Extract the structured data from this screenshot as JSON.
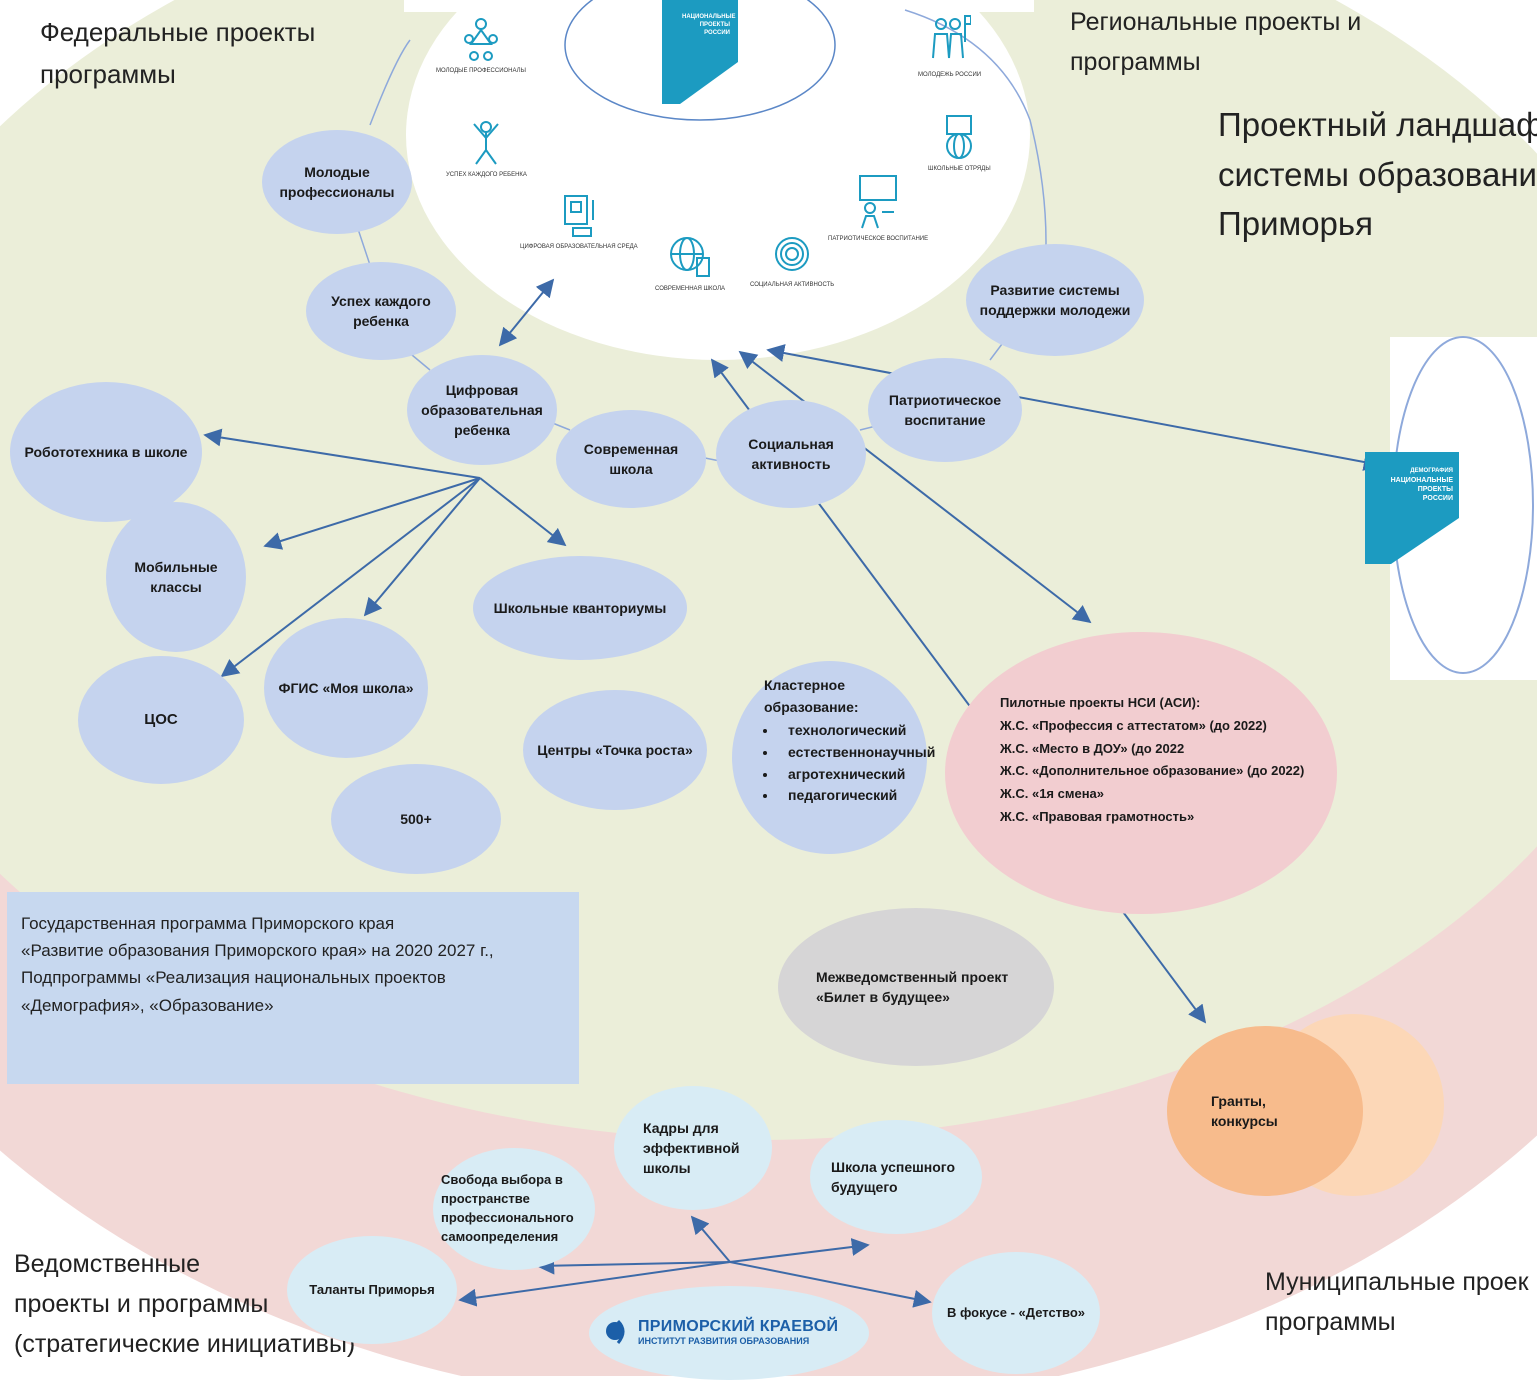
{
  "corners": {
    "federal": [
      "Федеральные проекты",
      "программы"
    ],
    "regional": [
      "Региональные проекты и",
      "программы"
    ],
    "departmental": [
      "Ведомственные",
      "проекты и программы",
      "(стратегические инициативы)"
    ],
    "municipal": [
      "Муниципальные проек",
      "программы"
    ]
  },
  "title_lines": [
    "Проектный ландшаф",
    "системы образовани",
    "Приморья"
  ],
  "logo_national": [
    "НАЦИОНАЛЬНЫЕ",
    "ПРОЕКТЫ",
    "РОССИИ"
  ],
  "logo_demography": [
    "ДЕМОГРАФИЯ",
    "НАЦИОНАЛЬНЫЕ",
    "ПРОЕКТЫ",
    "РОССИИ"
  ],
  "icons": [
    {
      "name": "molodye-professionaly",
      "caption": "МОЛОДЫЕ ПРОФЕССИОНАЛЫ"
    },
    {
      "name": "uspekh-kazhdogo-rebenka",
      "caption": "УСПЕХ КАЖДОГО РЕБЕНКА"
    },
    {
      "name": "tsifrovaya-sreda",
      "caption": "ЦИФРОВАЯ ОБРАЗОВАТЕЛЬНАЯ СРЕДА"
    },
    {
      "name": "sovremennaya-shkola",
      "caption": "СОВРЕМЕННАЯ ШКОЛА"
    },
    {
      "name": "sotsialnaya-aktivnost",
      "caption": "СОЦИАЛЬНАЯ АКТИВНОСТЬ"
    },
    {
      "name": "patrioticheskoe-vospitanie",
      "caption": "ПАТРИОТИЧЕСКОЕ ВОСПИТАНИЕ"
    },
    {
      "name": "molodezh-rossii",
      "caption": "МОЛОДЕЖЬ РОССИИ"
    },
    {
      "name": "shkolnye-otryady",
      "caption": "ШКОЛЬНЫЕ ОТРЯДЫ"
    }
  ],
  "bubbles": {
    "young_pros": "Молодые профессионалы",
    "success_child": "Успех каждого ребенка",
    "digital_env": "Цифровая образовательная ребенка",
    "modern_school": "Современная школа",
    "social_activity": "Социальная активность",
    "patriotic": "Патриотическое воспитание",
    "youth_support": "Развитие системы поддержки молодежи",
    "robotics": "Робототехника в школе",
    "mobile_classes": "Мобильные классы",
    "quantoriums": "Школьные кванториумы",
    "fgis": "ФГИС «Моя школа»",
    "tsos": "ЦОС",
    "growth_points": "Центры «Точка роста»",
    "five_hundred": "500+",
    "interagency": "Межведомственный проект «Билет в будущее»",
    "grants": "Гранты, конкурсы",
    "cadres": "Кадры для эффективной школы",
    "freedom": "Свобода выбора в пространстве профессионального самоопределения",
    "success_school": "Школа успешного будущего",
    "talents": "Таланты Приморья",
    "childhood": "В фокусе - «Детство»"
  },
  "cluster": {
    "heading": "Кластерное образование:",
    "items": [
      "технологический",
      "естественнонаучный",
      "агротехнический",
      "педагогический"
    ]
  },
  "pilot": {
    "heading": "Пилотные проекты НСИ (АСИ):",
    "items": [
      "Ж.С. «Профессия с аттестатом» (до 2022)",
      "Ж.С. «Место в ДОУ» (до 2022",
      "Ж.С. «Дополнительное образование» (до 2022)",
      "Ж.С. «1я смена»",
      "Ж.С. «Правовая грамотность»"
    ]
  },
  "gov_program": [
    "Государственная программа Приморского края",
    "«Развитие образования Приморского края» на 2020 2027 г.,",
    "Подпрограммы «Реализация национальных проектов",
    "«Демография», «Образование»"
  ],
  "institute": {
    "name": "ПРИМОРСКИЙ КРАЕВОЙ",
    "subtitle": "ИНСТИТУТ РАЗВИТИЯ ОБРАЗОВАНИЯ"
  },
  "colors": {
    "outer_zone": "#f2d8d6",
    "inner_zone": "#ebeed9",
    "bubble_blue": "#c5d3ee",
    "arrow": "#3d6aa8",
    "logo_teal": "#1c9bc1"
  }
}
